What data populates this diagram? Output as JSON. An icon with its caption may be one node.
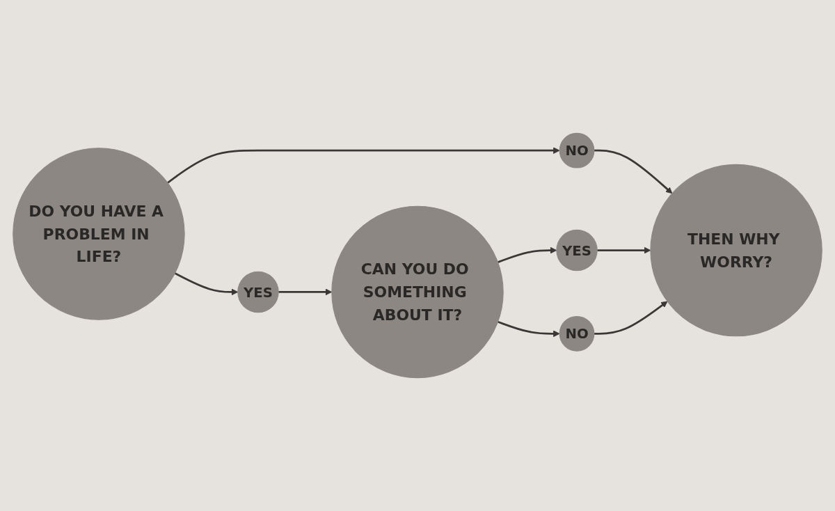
{
  "diagram": {
    "nodes": [
      {
        "text": [
          "DO YOU HAVE A PROBLEM IN LIFE?"
        ]
      },
      {
        "text": [
          "NO"
        ]
      },
      {
        "text": [
          "YES"
        ]
      },
      {
        "text": [
          "THEN WHY WORRY?"
        ]
      },
      {
        "text": [
          "YES"
        ]
      },
      {
        "text": [
          "CAN YOU DO SOMETHING ABOUT IT?"
        ]
      },
      {
        "text": [
          "NO"
        ]
      }
    ],
    "edges": [
      {
        "from": 0,
        "to": 1,
        "arrow": "to"
      },
      {
        "from": 1,
        "to": 3,
        "arrow": "to"
      },
      {
        "from": 0,
        "to": 2,
        "arrow": "to"
      },
      {
        "from": 2,
        "to": 5,
        "arrow": "to"
      },
      {
        "from": 5,
        "to": 4,
        "arrow": "to"
      },
      {
        "from": 4,
        "to": 3,
        "arrow": "to"
      },
      {
        "from": 5,
        "to": 6,
        "arrow": "to"
      },
      {
        "from": 6,
        "to": 3,
        "arrow": "to"
      }
    ]
  }
}
